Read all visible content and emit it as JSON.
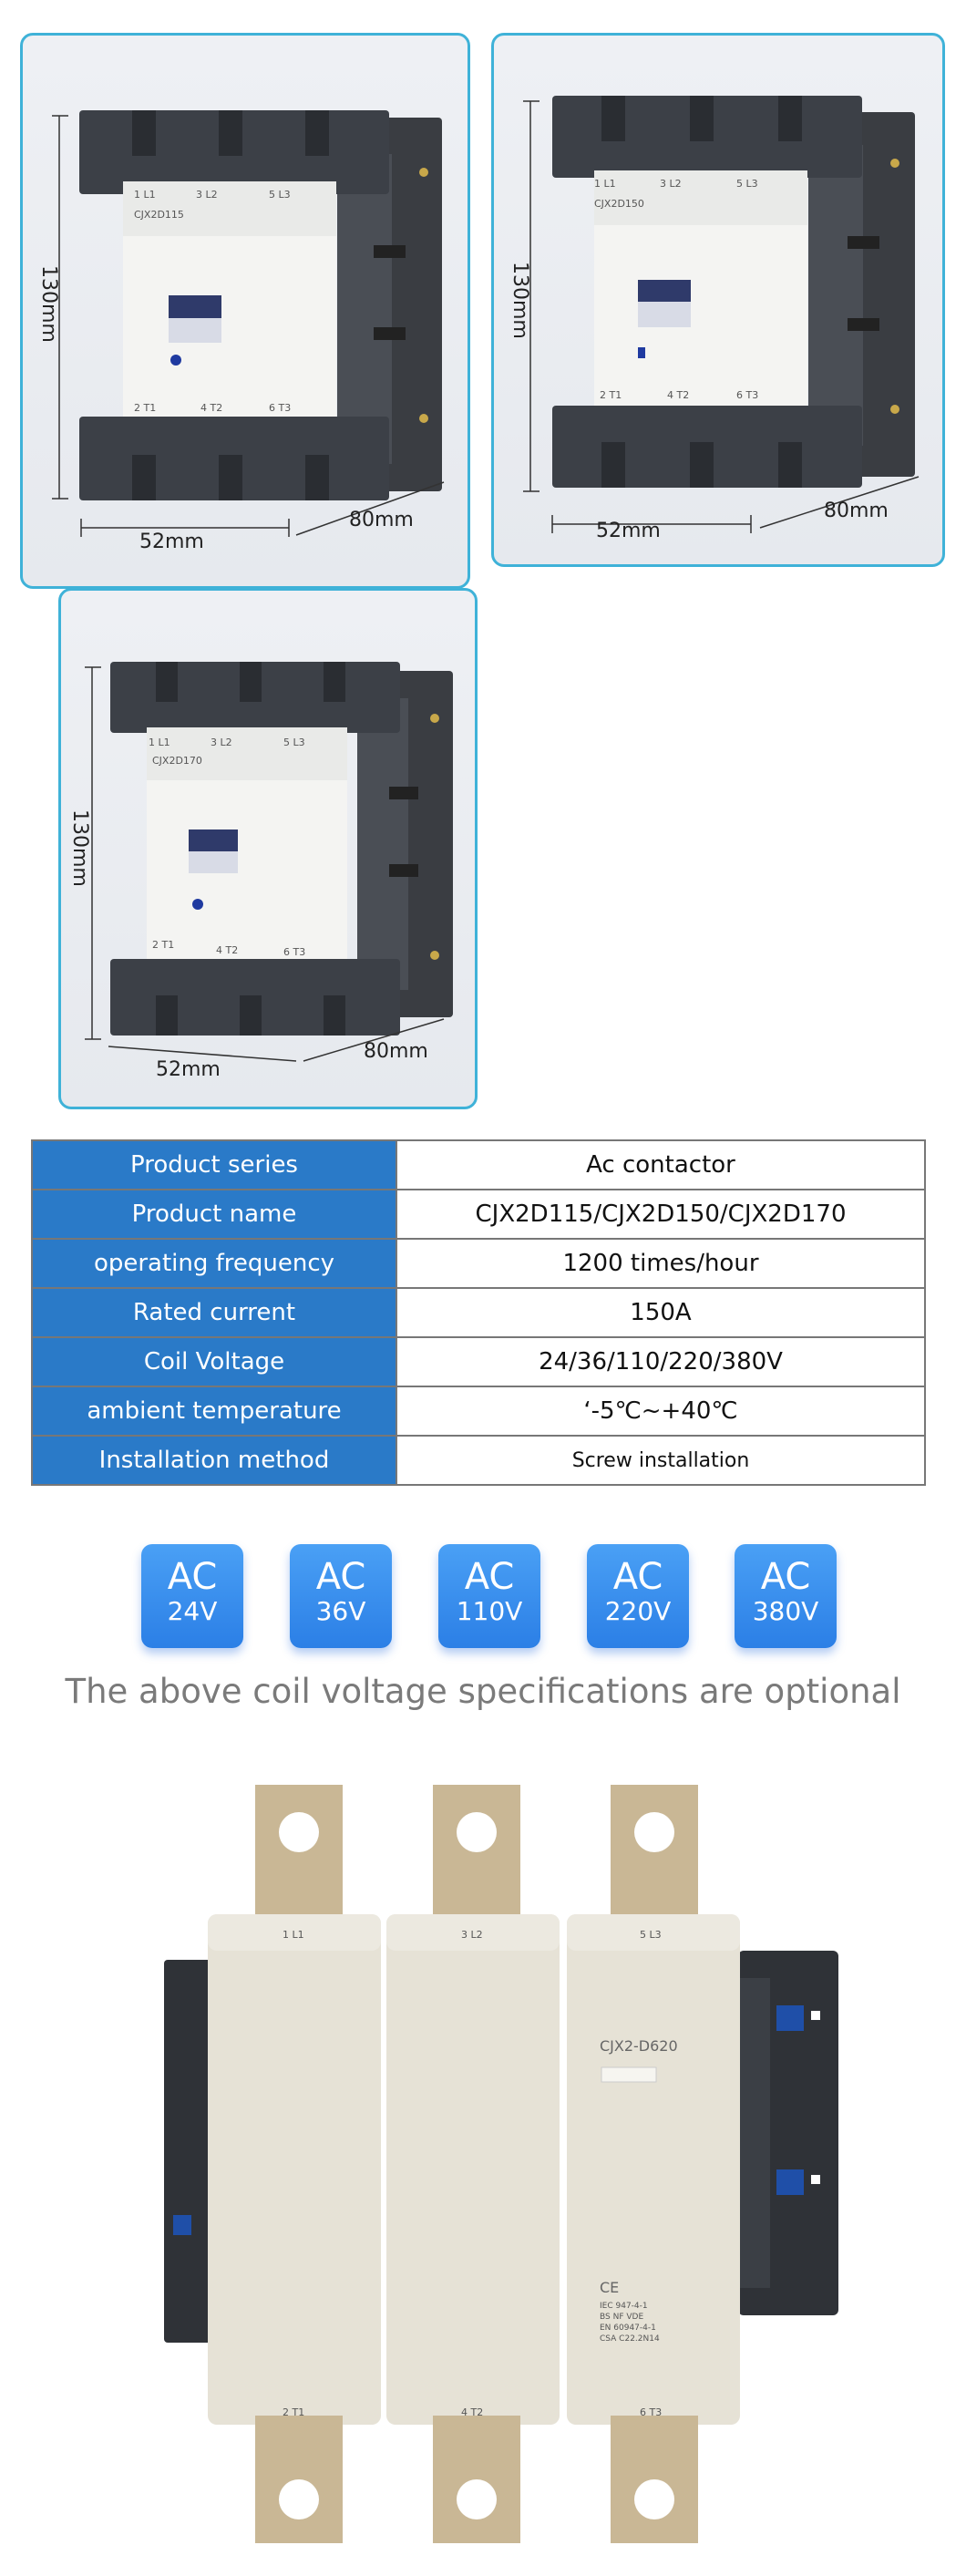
{
  "products": [
    {
      "model": "CJX2D115",
      "height": "130mm",
      "width": "52mm",
      "depth": "80mm",
      "terminals_top": [
        "1 L1",
        "3 L2",
        "5 L3"
      ],
      "terminals_bottom": [
        "2 T1",
        "4 T2",
        "6 T3"
      ]
    },
    {
      "model": "CJX2D150",
      "height": "130mm",
      "width": "52mm",
      "depth": "80mm",
      "terminals_top": [
        "1 L1",
        "3 L2",
        "5 L3"
      ],
      "terminals_bottom": [
        "2 T1",
        "4 T2",
        "6 T3"
      ]
    },
    {
      "model": "CJX2D170",
      "height": "130mm",
      "width": "52mm",
      "depth": "80mm",
      "terminals_top": [
        "1 L1",
        "3 L2",
        "5 L3"
      ],
      "terminals_bottom": [
        "2 T1",
        "4 T2",
        "6 T3"
      ]
    }
  ],
  "spec_table": [
    {
      "label": "Product series",
      "value": "Ac contactor"
    },
    {
      "label": "Product name",
      "value": "CJX2D115/CJX2D150/CJX2D170"
    },
    {
      "label": "operating frequency",
      "value": "1200 times/hour"
    },
    {
      "label": "Rated current",
      "value": "150A"
    },
    {
      "label": "Coil Voltage",
      "value": "24/36/110/220/380V"
    },
    {
      "label": "ambient temperature",
      "value": "‘-5℃~+40℃"
    },
    {
      "label": "Installation method",
      "value": "Screw installation"
    }
  ],
  "voltage_badges": [
    {
      "ac": "AC",
      "volt": "24V"
    },
    {
      "ac": "AC",
      "volt": "36V"
    },
    {
      "ac": "AC",
      "volt": "110V"
    },
    {
      "ac": "AC",
      "volt": "220V"
    },
    {
      "ac": "AC",
      "volt": "380V"
    }
  ],
  "voltage_note": "The above coil voltage specifications are optional",
  "large_product": {
    "model": "CJX2-D620",
    "terminals_top": [
      "1 L1",
      "3 L2",
      "5 L3"
    ],
    "terminals_bottom": [
      "2 T1",
      "4 T2",
      "6 T3"
    ],
    "certifications": [
      "CE",
      "IEC 947-4-1",
      "BS NF VDE",
      "EN 60947-4-1",
      "CSA C22.2N14"
    ]
  },
  "colors": {
    "card_border": "#3fb2d8",
    "table_header": "#2a7ac8",
    "badge": "#2b7fe6",
    "note": "#7a7a7a"
  }
}
